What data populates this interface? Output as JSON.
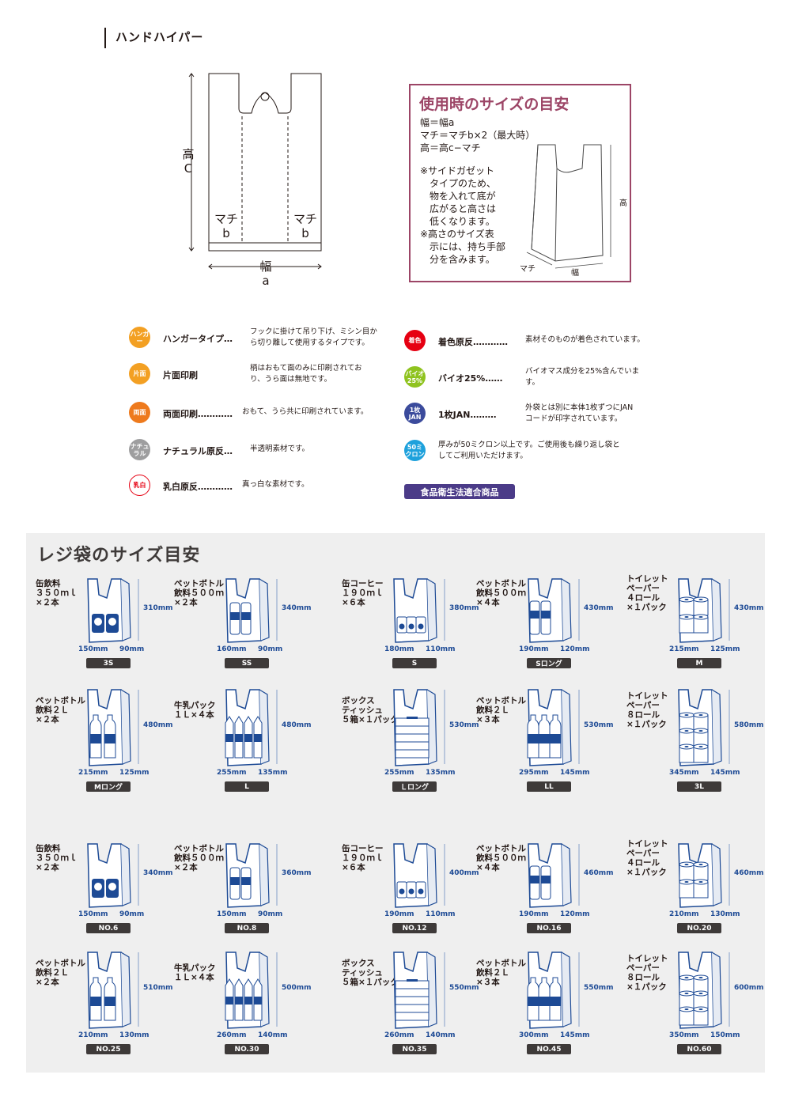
{
  "header": {
    "title": "ハンドハイパー"
  },
  "diagram": {
    "height_label": [
      "高",
      "C"
    ],
    "gusset_left": [
      "マチ",
      "b"
    ],
    "gusset_right": [
      "マチ",
      "b"
    ],
    "width_label": [
      "幅",
      "a"
    ]
  },
  "guide": {
    "title": "使用時のサイズの目安",
    "lines": [
      "幅＝幅a",
      "マチ＝マチb×2（最大時）",
      "高＝高c−マチ"
    ],
    "notes": [
      "※サイドガゼット",
      "　タイプのため、",
      "　物を入れて底が",
      "　広がると高さは",
      "　低くなります。",
      "※高さのサイズ表",
      "　示には、持ち手部",
      "　分を含みます。"
    ],
    "fig_height": "高",
    "fig_gusset": "マチ",
    "fig_width": "幅"
  },
  "legend": [
    {
      "badge": "ハンガー",
      "name": "ハンガータイプ…",
      "desc": [
        "フックに掛けて吊り下げ、ミシン目か",
        "ら切り離して使用するタイプです。"
      ],
      "color": "#f3a023"
    },
    {
      "badge": "片面",
      "name": "片面印刷",
      "desc": [
        "柄はおもて面のみに印刷されてお",
        "り、うら面は無地です。"
      ],
      "color": "#f3a023"
    },
    {
      "badge": "両面",
      "name": "両面印刷…………",
      "desc": [
        "おもて、うら共に印刷されています。"
      ],
      "color": "#ee7a1d"
    },
    {
      "badge": "ナチュラル",
      "name": "ナチュラル原反…",
      "desc": [
        "半透明素材です。"
      ],
      "color": "#9e9e9f"
    },
    {
      "badge": "乳白",
      "name": "乳白原反…………",
      "desc": [
        "真っ白な素材です。"
      ],
      "color": "#ffffff"
    },
    {
      "badge": "着色",
      "name": "着色原反…………",
      "desc": [
        "素材そのものが着色されています。"
      ],
      "color": "#e60012"
    },
    {
      "badge": "バイオ25%",
      "name": "バイオ25%……",
      "desc": [
        "バイオマス成分を25%含んでいま",
        "す。"
      ],
      "color": "#8fc31f"
    },
    {
      "badge": "1枚JAN",
      "name": "1枚JAN………",
      "desc": [
        "外袋とは別に本体1枚ずつにJAN",
        "コードが印字されています。"
      ],
      "color": "#3b4b9c"
    },
    {
      "badge": "50ミクロン",
      "name": "",
      "desc": [
        "厚みが50ミクロン以上です。ご使用後も繰り返し袋と",
        "してご利用いただけます。"
      ],
      "color": "#1ea1dc"
    }
  ],
  "food_badge": "食品衛生法適合商品",
  "chart": {
    "title": "レジ袋のサイズ目安",
    "rows": [
      [
        {
          "label": [
            "缶飲料",
            "３５０ｍｌ",
            "×２本"
          ],
          "h": "310mm",
          "w": "150mm",
          "g": "90mm",
          "size": "3S",
          "icon": "can2"
        },
        {
          "label": [
            "ペットボトル",
            "飲料５００ｍｌ",
            "×２本"
          ],
          "h": "340mm",
          "w": "160mm",
          "g": "90mm",
          "size": "SS",
          "icon": "pet2"
        },
        {
          "label": [
            "缶コーヒー",
            "１９０ｍｌ",
            "×６本"
          ],
          "h": "380mm",
          "w": "180mm",
          "g": "110mm",
          "size": "S",
          "icon": "can6"
        },
        {
          "label": [
            "ペットボトル",
            "飲料５００ｍｌ",
            "×４本"
          ],
          "h": "430mm",
          "w": "190mm",
          "g": "120mm",
          "size": "Sロング",
          "icon": "pet4"
        },
        {
          "label": [
            "トイレット",
            "ペーパー",
            "４ロール",
            "×１パック"
          ],
          "h": "430mm",
          "w": "215mm",
          "g": "125mm",
          "size": "M",
          "icon": "tp4"
        }
      ],
      [
        {
          "label": [
            "ペットボトル",
            "飲料２Ｌ",
            "×２本"
          ],
          "h": "480mm",
          "w": "215mm",
          "g": "125mm",
          "size": "Mロング",
          "icon": "big2"
        },
        {
          "label": [
            "牛乳パック",
            "１Ｌ×４本"
          ],
          "h": "480mm",
          "w": "255mm",
          "g": "135mm",
          "size": "L",
          "icon": "milk"
        },
        {
          "label": [
            "ボックス",
            "ティッシュ",
            "５箱×１パック"
          ],
          "h": "530mm",
          "w": "255mm",
          "g": "135mm",
          "size": "Ｌロング",
          "icon": "tissue"
        },
        {
          "label": [
            "ペットボトル",
            "飲料２Ｌ",
            "×３本"
          ],
          "h": "530mm",
          "w": "295mm",
          "g": "145mm",
          "size": "LL",
          "icon": "big3"
        },
        {
          "label": [
            "トイレット",
            "ペーパー",
            "８ロール",
            "×１パック"
          ],
          "h": "580mm",
          "w": "345mm",
          "g": "145mm",
          "size": "3L",
          "icon": "tp8"
        }
      ],
      [
        {
          "label": [
            "缶飲料",
            "３５０ｍｌ",
            "×２本"
          ],
          "h": "340mm",
          "w": "150mm",
          "g": "90mm",
          "size": "NO.6",
          "icon": "can2"
        },
        {
          "label": [
            "ペットボトル",
            "飲料５００ｍｌ",
            "×２本"
          ],
          "h": "360mm",
          "w": "150mm",
          "g": "90mm",
          "size": "NO.8",
          "icon": "pet2"
        },
        {
          "label": [
            "缶コーヒー",
            "１９０ｍｌ",
            "×６本"
          ],
          "h": "400mm",
          "w": "190mm",
          "g": "110mm",
          "size": "NO.12",
          "icon": "can6"
        },
        {
          "label": [
            "ペットボトル",
            "飲料５００ｍｌ",
            "×４本"
          ],
          "h": "460mm",
          "w": "190mm",
          "g": "120mm",
          "size": "NO.16",
          "icon": "pet4"
        },
        {
          "label": [
            "トイレット",
            "ペーパー",
            "４ロール",
            "×１パック"
          ],
          "h": "460mm",
          "w": "210mm",
          "g": "130mm",
          "size": "NO.20",
          "icon": "tp4"
        }
      ],
      [
        {
          "label": [
            "ペットボトル",
            "飲料２Ｌ",
            "×２本"
          ],
          "h": "510mm",
          "w": "210mm",
          "g": "130mm",
          "size": "NO.25",
          "icon": "big2"
        },
        {
          "label": [
            "牛乳パック",
            "１Ｌ×４本"
          ],
          "h": "500mm",
          "w": "260mm",
          "g": "140mm",
          "size": "NO.30",
          "icon": "milk"
        },
        {
          "label": [
            "ボックス",
            "ティッシュ",
            "５箱×１パック"
          ],
          "h": "550mm",
          "w": "260mm",
          "g": "140mm",
          "size": "NO.35",
          "icon": "tissue"
        },
        {
          "label": [
            "ペットボトル",
            "飲料２Ｌ",
            "×３本"
          ],
          "h": "550mm",
          "w": "300mm",
          "g": "145mm",
          "size": "NO.45",
          "icon": "big3"
        },
        {
          "label": [
            "トイレット",
            "ペーパー",
            "８ロール",
            "×１パック"
          ],
          "h": "600mm",
          "w": "350mm",
          "g": "150mm",
          "size": "NO.60",
          "icon": "tp8"
        }
      ]
    ]
  }
}
